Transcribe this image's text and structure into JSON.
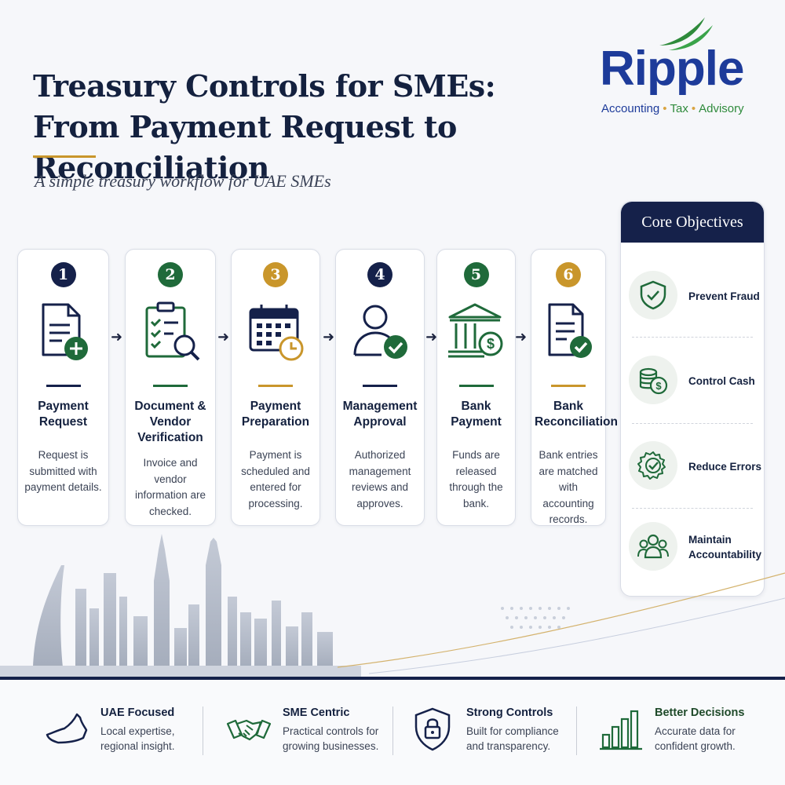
{
  "header": {
    "title_line1": "Treasury Controls for SMEs:",
    "title_line2": "From Payment Request to Reconciliation",
    "subtitle": "A simple treasury workflow for UAE SMEs"
  },
  "logo": {
    "name": "Ripple",
    "tag_accounting": "Accounting",
    "tag_tax": "Tax",
    "tag_advisory": "Advisory",
    "sep": "•"
  },
  "colors": {
    "navy": "#15214a",
    "green": "#1f6a3a",
    "gold": "#c9962b",
    "brand_blue": "#1d3b9a"
  },
  "steps": [
    {
      "number": "1",
      "icon": "document-plus-icon",
      "title": "Payment Request",
      "desc": "Request is submitted with payment details.",
      "badge_color": "#15214a"
    },
    {
      "number": "2",
      "icon": "clipboard-search-icon",
      "title": "Document & Vendor Verification",
      "desc": "Invoice and vendor information are checked.",
      "badge_color": "#1f6a3a"
    },
    {
      "number": "3",
      "icon": "calendar-clock-icon",
      "title": "Payment Preparation",
      "desc": "Payment is scheduled and entered for processing.",
      "badge_color": "#c9962b"
    },
    {
      "number": "4",
      "icon": "user-check-icon",
      "title": "Management Approval",
      "desc": "Authorized management reviews and approves.",
      "badge_color": "#15214a"
    },
    {
      "number": "5",
      "icon": "bank-dollar-icon",
      "title": "Bank Payment",
      "desc": "Funds are released through the bank.",
      "badge_color": "#1f6a3a"
    },
    {
      "number": "6",
      "icon": "document-check-icon",
      "title": "Bank Reconciliation",
      "desc": "Bank entries are matched with accounting records.",
      "badge_color": "#c9962b"
    }
  ],
  "arrow": "➜",
  "objectives": {
    "heading": "Core Objectives",
    "items": [
      {
        "icon": "shield-check-icon",
        "label": "Prevent Fraud"
      },
      {
        "icon": "coins-dollar-icon",
        "label": "Control Cash"
      },
      {
        "icon": "gear-check-icon",
        "label": "Reduce Errors"
      },
      {
        "icon": "team-icon",
        "label": "Maintain Accountability"
      }
    ]
  },
  "features": [
    {
      "icon": "uae-map-icon",
      "title": "UAE Focused",
      "desc": "Local expertise, regional insight."
    },
    {
      "icon": "handshake-icon",
      "title": "SME Centric",
      "desc": "Practical controls for growing businesses."
    },
    {
      "icon": "lock-shield-icon",
      "title": "Strong Controls",
      "desc": "Built for compliance and transparency."
    },
    {
      "icon": "bar-chart-icon",
      "title": "Better Decisions",
      "desc": "Accurate data for confident growth."
    }
  ]
}
